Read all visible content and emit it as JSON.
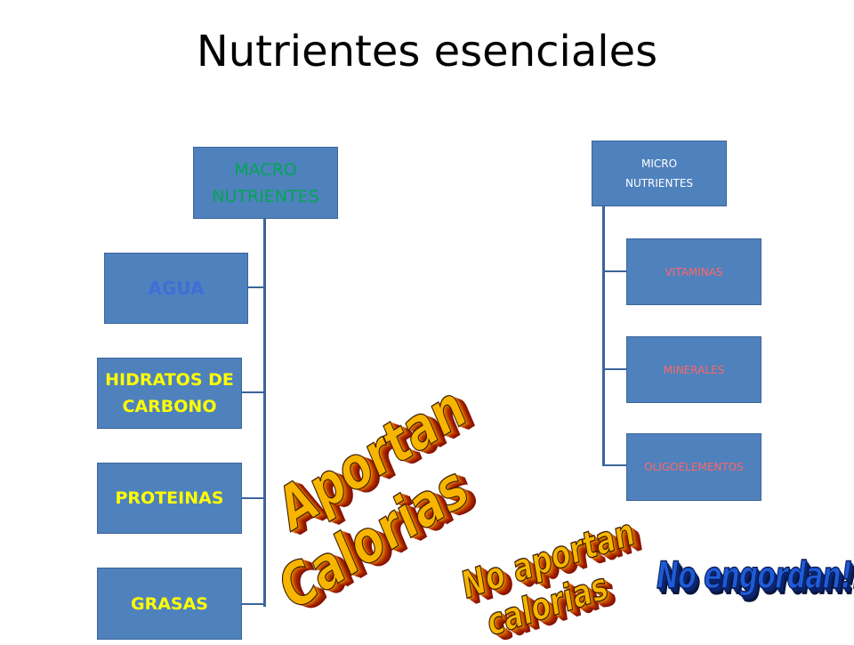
{
  "title": "Nutrientes esenciales",
  "macro": {
    "root": "MACRO NUTRIENTES",
    "children": [
      "AGUA",
      "HIDRATOS DE CARBONO",
      "PROTEINAS",
      "GRASAS"
    ]
  },
  "micro": {
    "root": "MICRO NUTRIENTES",
    "children": [
      "VITAMINAS",
      "MINERALES",
      "OLIGOELEMENTOS"
    ]
  },
  "annotations": {
    "aportan": "Aportan",
    "calorias": "Calorias",
    "no_aportan": "No aportan",
    "calorias_small": "calorias",
    "no_engordan": "No engordan!!!"
  },
  "colors": {
    "box": "#4f81bd",
    "macro_root_text": "#00a651",
    "agua_text": "#3d6fd6",
    "macro_child_text": "#ffff00",
    "micro_root_text": "#ffffff",
    "micro_child_text": "#ff6666"
  }
}
